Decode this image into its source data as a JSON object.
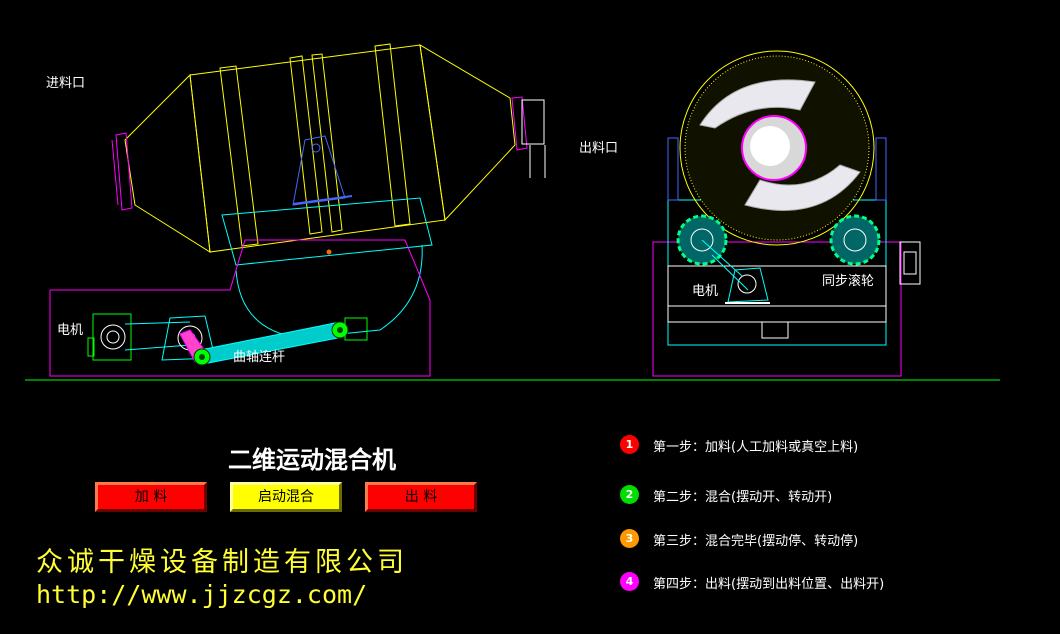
{
  "labels": {
    "inlet": "进料口",
    "outlet": "出料口",
    "motor_left": "电机",
    "motor_right": "电机",
    "crank_rod": "曲轴连杆",
    "sync_roller": "同步滚轮"
  },
  "title": "二维运动混合机",
  "buttons": {
    "feed": "加 料",
    "start_mix": "启动混合",
    "discharge": "出 料"
  },
  "steps": [
    {
      "num": "1",
      "color": "#ff0000",
      "text": "第一步：加料(人工加料或真空上料)"
    },
    {
      "num": "2",
      "color": "#00dd00",
      "text": "第二步：混合(摆动开、转动开)"
    },
    {
      "num": "3",
      "color": "#ff9900",
      "text": "第三步：混合完毕(摆动停、转动停)"
    },
    {
      "num": "4",
      "color": "#ff00ff",
      "text": "第四步：出料(摆动到出料位置、出料开)"
    }
  ],
  "company": "众诚干燥设备制造有限公司",
  "url": "http://www.jjzcgz.com/",
  "colors": {
    "drum_outline": "#ffff00",
    "frame": "#ff00ff",
    "cradle": "#00ffff",
    "ground": "#00ff00",
    "button_red": "#ff0000",
    "button_yellow": "#ffff00"
  }
}
